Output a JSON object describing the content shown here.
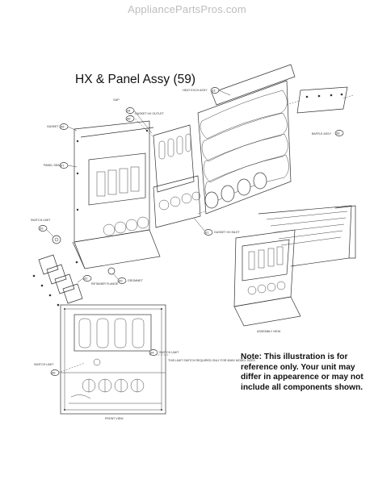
{
  "watermark": "AppliancePartsPros.com",
  "title": "HX & Panel Assy (59)",
  "note": {
    "lead": "Note:",
    "body": " This illustration is for reference only. Your unit may differ in appearence or may not include all components shown."
  },
  "callouts": [
    {
      "num": "63",
      "label": "HEAT EXCH ASSY"
    },
    {
      "num": "54",
      "label": "GAP"
    },
    {
      "num": "55",
      "label": "GASKET"
    },
    {
      "num": "56",
      "label": "GASKET HX OUTLET"
    },
    {
      "num": "57",
      "label": "PANEL SEAL"
    },
    {
      "num": "58",
      "label": "BAFFLE ASSY"
    },
    {
      "num": "59",
      "label": "SWITCH LIMIT"
    },
    {
      "num": "60",
      "label": "GROMMET"
    },
    {
      "num": "61",
      "label": "GASKET HX INLET"
    },
    {
      "num": "62",
      "label": "RETAINER FLANGE"
    },
    {
      "num": "64",
      "label": "SWITCH LIMIT"
    },
    {
      "num": "65",
      "label": "SWITCH LIMIT"
    }
  ],
  "captions": {
    "assembly": "ASSEMBLY VIEW",
    "front": "FRONT VIEW",
    "limit_note": "THIS LIMIT SWITCH REQUIRED ONLY FOR 60MV MODEL SIZES"
  }
}
